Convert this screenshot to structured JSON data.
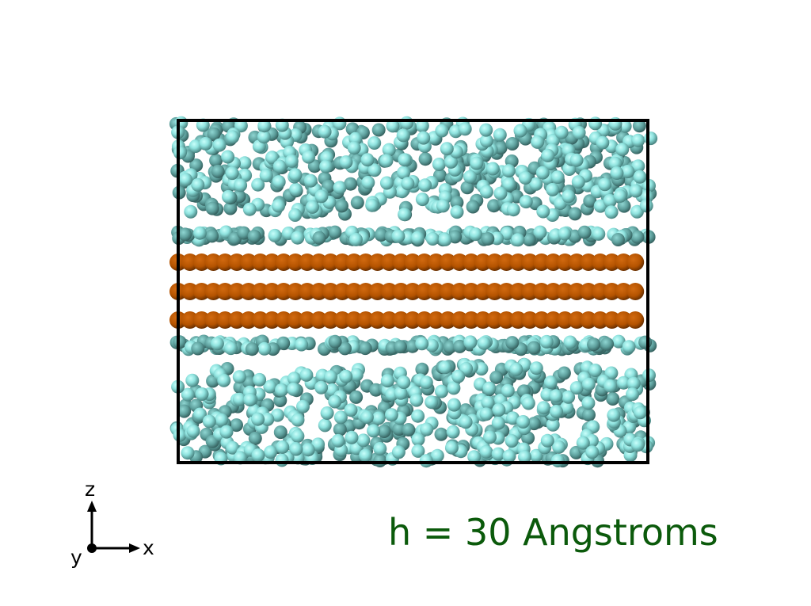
{
  "caption": "h = 30 Angstroms",
  "axes": {
    "z": "z",
    "x": "x",
    "y": "y"
  },
  "colors": {
    "background": "#ffffff",
    "caption": "#0b5a0b",
    "liquid_light": "#a6f7f3",
    "liquid_dark": "#3f7774",
    "wall_atoms": "#b45300",
    "box_outline": "#000000"
  },
  "scene": {
    "atom_types": [
      "liquid",
      "wall"
    ],
    "wall_layer_count": 3
  }
}
